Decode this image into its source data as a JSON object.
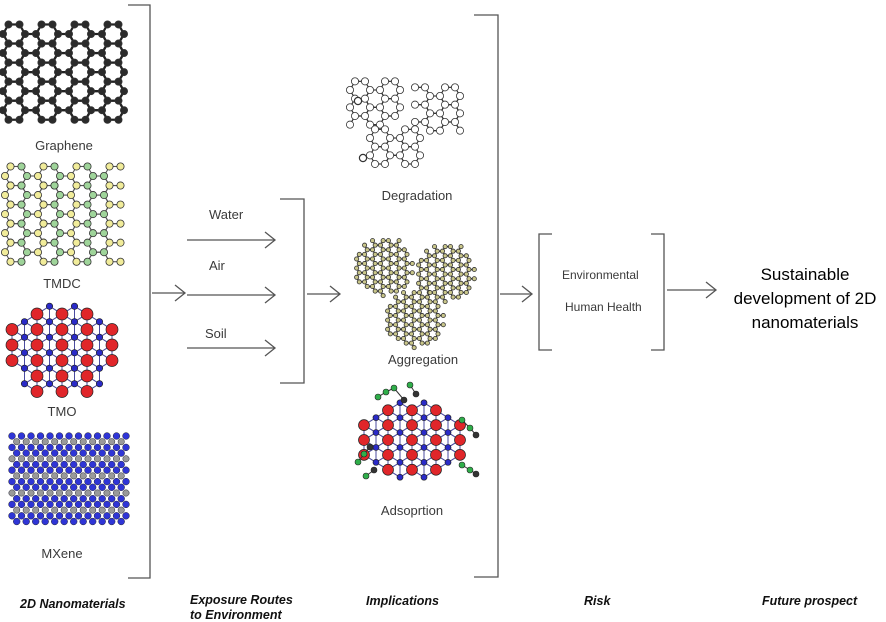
{
  "materials": {
    "graphene": "Graphene",
    "tmdc": "TMDC",
    "tmo": "TMO",
    "mxene": "MXene"
  },
  "routes": {
    "water": "Water",
    "air": "Air",
    "soil": "Soil"
  },
  "implications": {
    "degradation": "Degradation",
    "aggregation": "Aggregation",
    "adsorption": "Adsoprtion"
  },
  "risk": {
    "environmental": "Environmental",
    "human_health": "Human Health"
  },
  "outcome": {
    "line1": "Sustainable",
    "line2": "development of 2D",
    "line3": "nanomaterials"
  },
  "headings": {
    "nanomaterials": "2D Nanomaterials",
    "exposure_line1": "Exposure Routes",
    "exposure_line2": "to Environment",
    "implications": "Implications",
    "risk": "Risk",
    "future": "Future prospect"
  },
  "colors": {
    "carbon": "#2b2b2b",
    "tmdc_green": "#9fd49a",
    "tmdc_yellow": "#f1ec9a",
    "tmo_red": "#e0262a",
    "tmo_blue": "#2a2ac8",
    "mxene_blue": "#2f35d6",
    "mxene_grey": "#9a9a9a",
    "adsorbate_green": "#2fae4a",
    "line": "#555555"
  }
}
